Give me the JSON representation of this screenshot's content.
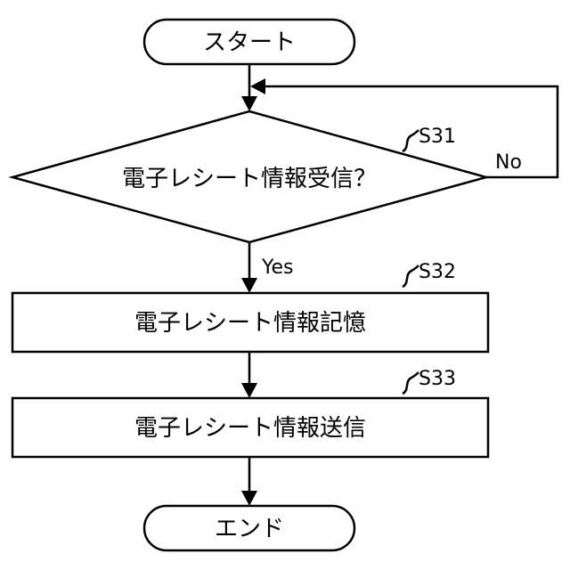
{
  "nodes": {
    "start": {
      "label": "スタート"
    },
    "decision": {
      "label": "電子レシート情報受信？",
      "step_id": "S31"
    },
    "store": {
      "label": "電子レシート情報記憶",
      "step_id": "S32"
    },
    "send": {
      "label": "電子レシート情報送信",
      "step_id": "S33"
    },
    "end": {
      "label": "エンド"
    }
  },
  "branches": {
    "yes": "Yes",
    "no": "No"
  }
}
